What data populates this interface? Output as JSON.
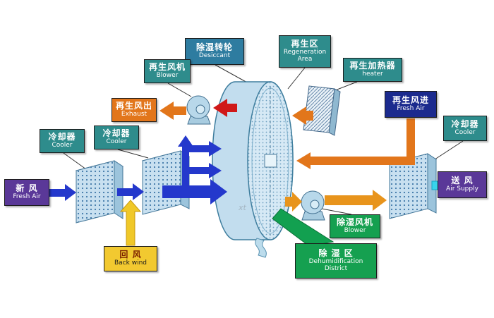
{
  "watermark": "xt",
  "colors": {
    "box_teal": "#2e8c8c",
    "box_steel_blue": "#2e7ca0",
    "box_orange": "#e2761b",
    "box_navy": "#1b2a8e",
    "box_purple": "#5a3898",
    "box_yellow": "#f2c930",
    "box_green": "#15a050",
    "arrow_blue": "#2438cc",
    "arrow_yellow": "#f0c828",
    "arrow_orange": "#e2761b",
    "arrow_red": "#d01818",
    "arrow_cyan": "#38d4ec",
    "wheel_fill": "#c2ddee"
  },
  "labels": {
    "desiccant_wheel": {
      "zh": "除湿转轮",
      "en": "Desiccant"
    },
    "regeneration_area": {
      "zh": "再生区",
      "en": "Regeneration Area"
    },
    "regen_blower": {
      "zh": "再生风机",
      "en": "Blower"
    },
    "regen_heater": {
      "zh": "再生加热器",
      "en": "heater"
    },
    "regen_exhaust": {
      "zh": "再生风出",
      "en": "Exhaust"
    },
    "cooler_left_1": {
      "zh": "冷却器",
      "en": "Cooler"
    },
    "cooler_left_2": {
      "zh": "冷却器",
      "en": "Cooler"
    },
    "regen_fresh_air": {
      "zh": "再生风进",
      "en": "Fresh Air"
    },
    "cooler_right": {
      "zh": "冷却器",
      "en": "Cooler"
    },
    "fresh_air": {
      "zh": "新 风",
      "en": "Fresh Air"
    },
    "air_supply": {
      "zh": "送 风",
      "en": "Air Supply"
    },
    "back_wind": {
      "zh": "回 风",
      "en": "Back wind"
    },
    "dehum_blower": {
      "zh": "除湿风机",
      "en": "Blower"
    },
    "dehum_district": {
      "zh": "除 湿 区",
      "en": "Dehumidification District"
    }
  }
}
